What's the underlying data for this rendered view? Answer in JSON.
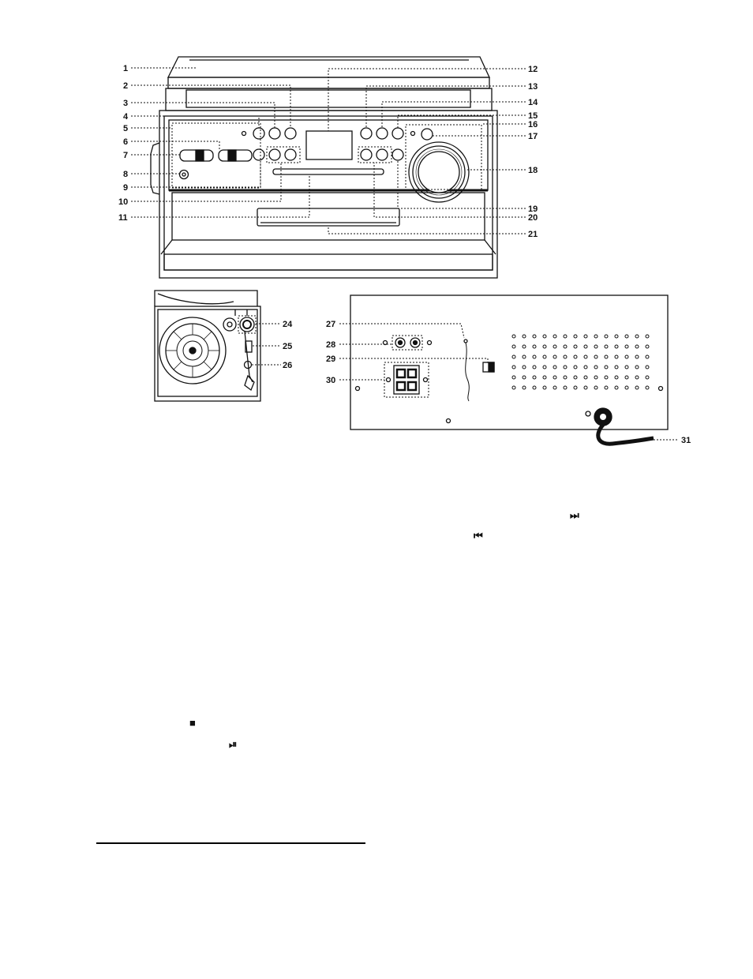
{
  "front_callouts": {
    "left": [
      "1",
      "2",
      "3",
      "4",
      "5",
      "6",
      "7",
      "8",
      "9",
      "10",
      "11"
    ],
    "right": [
      "12",
      "13",
      "14",
      "15",
      "16",
      "17",
      "18",
      "19",
      "20",
      "21"
    ]
  },
  "side_callouts": [
    "24",
    "25",
    "26"
  ],
  "rear_callouts": [
    "27",
    "28",
    "29",
    "30",
    "31"
  ],
  "glyphs": {
    "next": "⏭",
    "prev": "⏮",
    "stop": "■",
    "play_pause": "⏯"
  },
  "colors": {
    "ink": "#111111",
    "panel_gray": "#d9d9d9",
    "paper": "#ffffff"
  }
}
